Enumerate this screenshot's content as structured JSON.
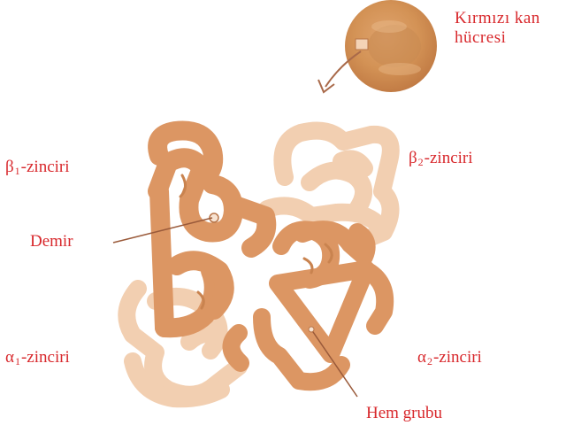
{
  "colors": {
    "label": "#d8282c",
    "chain_dark": "#dc9663",
    "chain_light": "#f2cfb1",
    "cell": "#d69358",
    "pointer": "#9a5a3a"
  },
  "labels": {
    "rbc_line1": "Kırmızı kan",
    "rbc_line2": "hücresi",
    "beta1_prefix": "β",
    "beta1_sub": "1",
    "beta1_suffix": "-zinciri",
    "beta2_prefix": "β",
    "beta2_sub": "2",
    "beta2_suffix": "-zinciri",
    "iron": "Demir",
    "alpha1_prefix": "α",
    "alpha1_sub": "1",
    "alpha1_suffix": "-zinciri",
    "alpha2_prefix": "α",
    "alpha2_sub": "2",
    "alpha2_suffix": "-zinciri",
    "heme": "Hem grubu"
  }
}
